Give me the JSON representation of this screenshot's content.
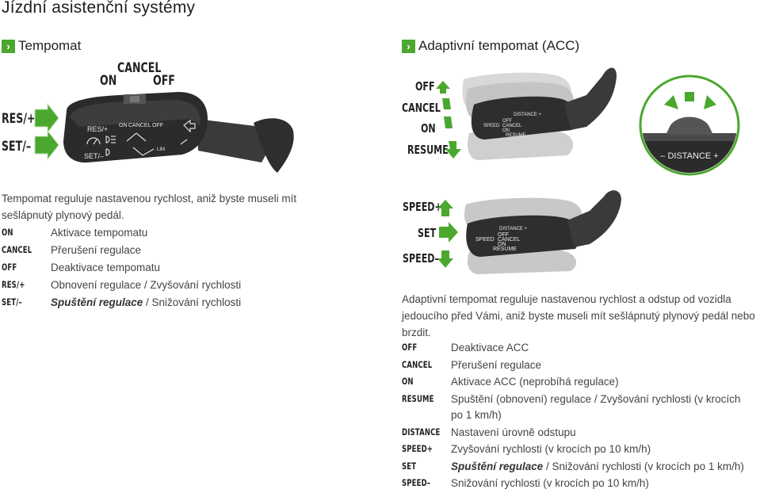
{
  "page_title": "Jízdní asistenční systémy",
  "cruise": {
    "heading": "Tempomat",
    "illustration": {
      "label_on": "ON",
      "label_cancel": "CANCEL",
      "label_off": "OFF",
      "label_res": "RES/+",
      "label_set": "SET/–",
      "stalk_res": "RES/+",
      "stalk_on": "ON",
      "stalk_cancel": "CANCEL",
      "stalk_off": "OFF",
      "stalk_set": "SET/–",
      "stalk_lim": "LIM"
    },
    "intro": "Tempomat reguluje nastavenou rychlost, aniž byste museli mít sešlápnutý plynový pedál.",
    "legend": [
      {
        "key": "ON",
        "text": "Aktivace tempomatu"
      },
      {
        "key": "CANCEL",
        "text": "Přerušení regulace"
      },
      {
        "key": "OFF",
        "text": "Deaktivace tempomatu"
      },
      {
        "key": "RES/+",
        "text": "Obnovení regulace / Zvyšování rychlosti"
      },
      {
        "key": "SET/–",
        "text_em": "Spuštění regulace",
        "text": " / Snižování rychlosti"
      }
    ]
  },
  "acc": {
    "heading": "Adaptivní tempomat (ACC)",
    "illustration1": {
      "label_off": "OFF",
      "label_cancel": "CANCEL",
      "label_on": "ON",
      "label_resume": "RESUME",
      "stalk_distance": "DISTANCE +",
      "stalk_off": "OFF",
      "stalk_speed": "SPEED",
      "stalk_cancel": "CANCEL",
      "stalk_on": "ON",
      "stalk_resume": "RESUME",
      "detail_distance": "– DISTANCE +"
    },
    "illustration2": {
      "label_speed_plus": "SPEED+",
      "label_set": "SET",
      "label_speed_minus": "SPEED–",
      "stalk_distance": "DISTANCE +",
      "stalk_off": "OFF",
      "stalk_speed": "SPEED",
      "stalk_cancel": "CANCEL",
      "stalk_on": "ON",
      "stalk_resume": "RESUME"
    },
    "intro": "Adaptivní tempomat reguluje nastavenou rychlost a odstup od vozidla jedoucího před Vámi, aniž byste museli mít sešlápnutý plynový pedál nebo brzdit.",
    "legend": [
      {
        "key": "OFF",
        "text": "Deaktivace ACC"
      },
      {
        "key": "CANCEL",
        "text": "Přerušení regulace"
      },
      {
        "key": "ON",
        "text": "Aktivace ACC (neprobíhá regulace)"
      },
      {
        "key": "RESUME",
        "text": "Spuštění (obnovení) regulace / Zvyšování rychlosti (v krocích",
        "text2": "po 1 km/h)"
      },
      {
        "key": "DISTANCE",
        "text": "Nastavení úrovně odstupu"
      },
      {
        "key": "SPEED+",
        "text": "Zvyšování rychlosti (v krocích po 10 km/h)"
      },
      {
        "key": "SET",
        "text_em": "Spuštění regulace",
        "text": " / Snižování rychlosti (v krocích po 1 km/h)"
      },
      {
        "key": "SPEED–",
        "text": "Snižování rychlosti (v krocích po 10 km/h)"
      }
    ]
  },
  "colors": {
    "accent": "#4ba82e",
    "stalk": "#2b2b2b",
    "stalk_light": "#9a9a9a"
  }
}
